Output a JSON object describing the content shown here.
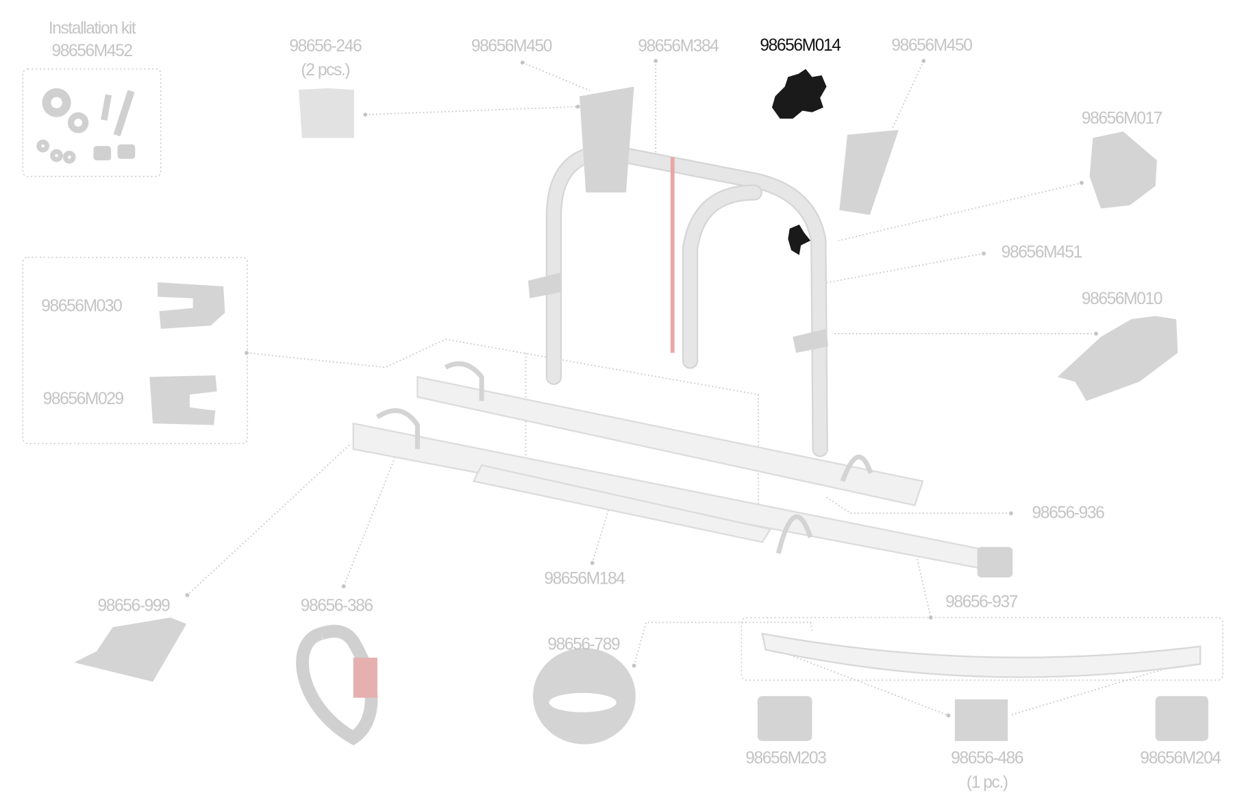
{
  "diagram": {
    "title": "Bike rack exploded parts diagram",
    "highlighted_part": "98656M014",
    "colors": {
      "label": "#c4c4c4",
      "highlight": "#111111",
      "strap_accent": "#e08080"
    },
    "labels": {
      "installation_kit": "Installation kit",
      "kit_code": "98656M452",
      "p246": "98656-246",
      "p246_qty": "(2 pcs.)",
      "m450_left": "98656M450",
      "m384": "98656M384",
      "m014": "98656M014",
      "m450_right": "98656M450",
      "m017": "98656M017",
      "m451": "98656M451",
      "m010": "98656M010",
      "m030": "98656M030",
      "m029": "98656M029",
      "p936": "98656-936",
      "m184": "98656M184",
      "p937": "98656-937",
      "p999": "98656-999",
      "p386": "98656-386",
      "p789": "98656-789",
      "m203": "98656M203",
      "p486": "98656-486",
      "p486_qty": "(1 pc.)",
      "m204": "98656M204"
    }
  }
}
